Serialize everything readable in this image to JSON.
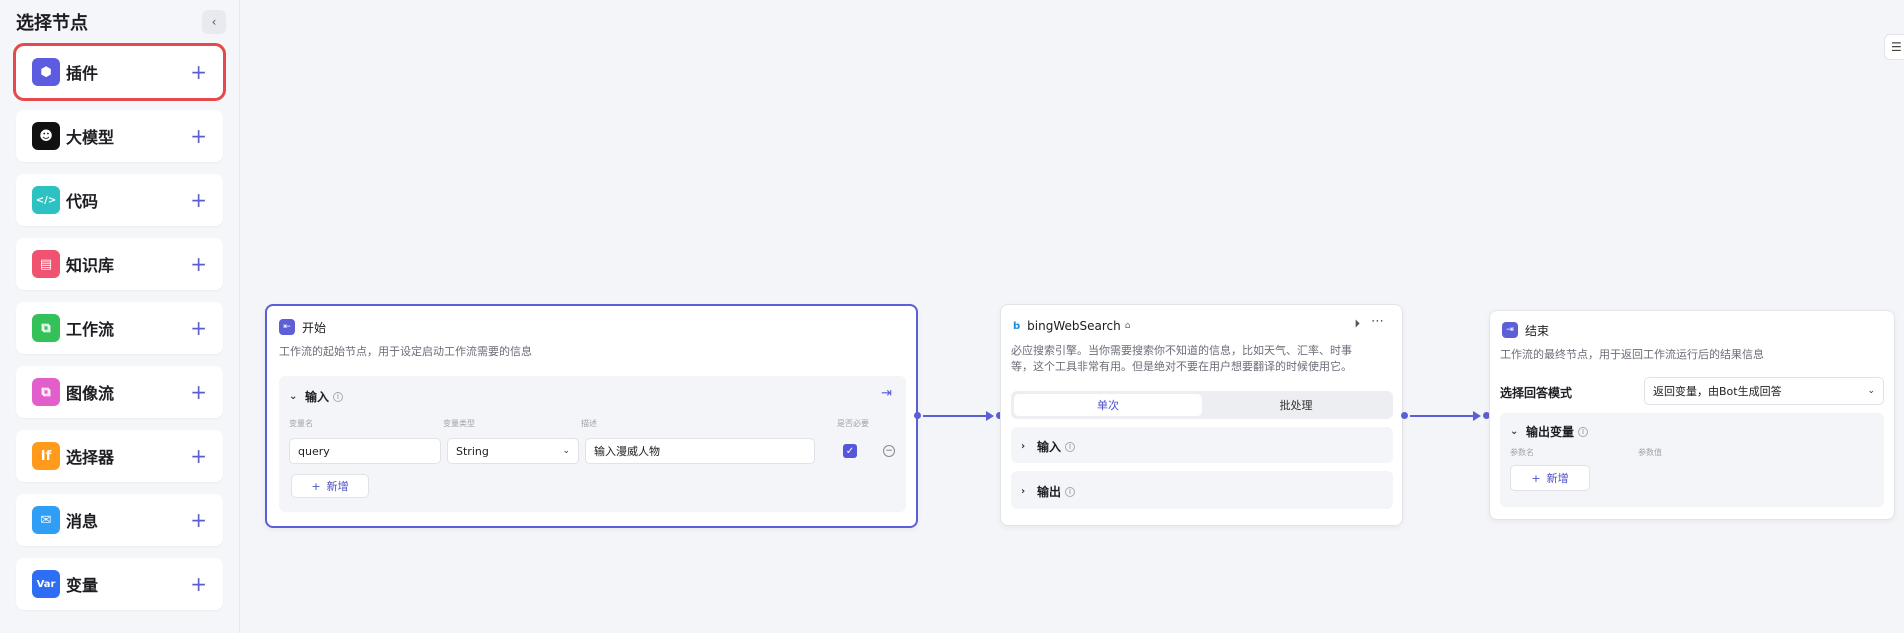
{
  "sidebar": {
    "title": "选择节点",
    "collapse_icon": "chevron-left-icon",
    "items": [
      {
        "label": "插件",
        "icon": "cube-icon",
        "color": "#5b5ce0",
        "glyph": "⬢"
      },
      {
        "label": "大模型",
        "icon": "llm-face-icon",
        "color": "#111111",
        "glyph": "☻"
      },
      {
        "label": "代码",
        "icon": "code-icon",
        "color": "#2cc2c2",
        "glyph": "</>"
      },
      {
        "label": "知识库",
        "icon": "book-icon",
        "color": "#f0536f",
        "glyph": "▤"
      },
      {
        "label": "工作流",
        "icon": "workflow-icon",
        "color": "#34c15a",
        "glyph": "⧉"
      },
      {
        "label": "图像流",
        "icon": "imageflow-icon",
        "color": "#e25fcb",
        "glyph": "⧉"
      },
      {
        "label": "选择器",
        "icon": "if-icon",
        "color": "#ff9a1a",
        "glyph": "If"
      },
      {
        "label": "消息",
        "icon": "message-icon",
        "color": "#2e9ff5",
        "glyph": "✉"
      },
      {
        "label": "变量",
        "icon": "var-icon",
        "color": "#2e6ef5",
        "glyph": "Var"
      }
    ]
  },
  "corner": {
    "glyph": "☰"
  },
  "start_node": {
    "title": "开始",
    "desc": "工作流的起始节点，用于设定启动工作流需要的信息",
    "input_section": "输入",
    "cols": [
      "变量名",
      "变量类型",
      "描述",
      "是否必要"
    ],
    "row": {
      "name": "query",
      "type": "String",
      "desc": "输入漫威人物",
      "required": true
    },
    "add_label": "新增"
  },
  "plugin_node": {
    "title": "bingWebSearch",
    "desc_line1": "必应搜索引擎。当你需要搜索你不知道的信息，比如天气、汇率、时事",
    "desc_line2": "等，这个工具非常有用。但是绝对不要在用户想要翻译的时候使用它。",
    "tabs": [
      "单次",
      "批处理"
    ],
    "active_tab": 0,
    "input_section": "输入",
    "output_section": "输出"
  },
  "end_node": {
    "title": "结束",
    "desc": "工作流的最终节点，用于返回工作流运行后的结果信息",
    "mode_label": "选择回答模式",
    "mode_value": "返回变量，由Bot生成回答",
    "output_section": "输出变量",
    "cols": [
      "参数名",
      "参数值"
    ],
    "add_label": "新增"
  }
}
